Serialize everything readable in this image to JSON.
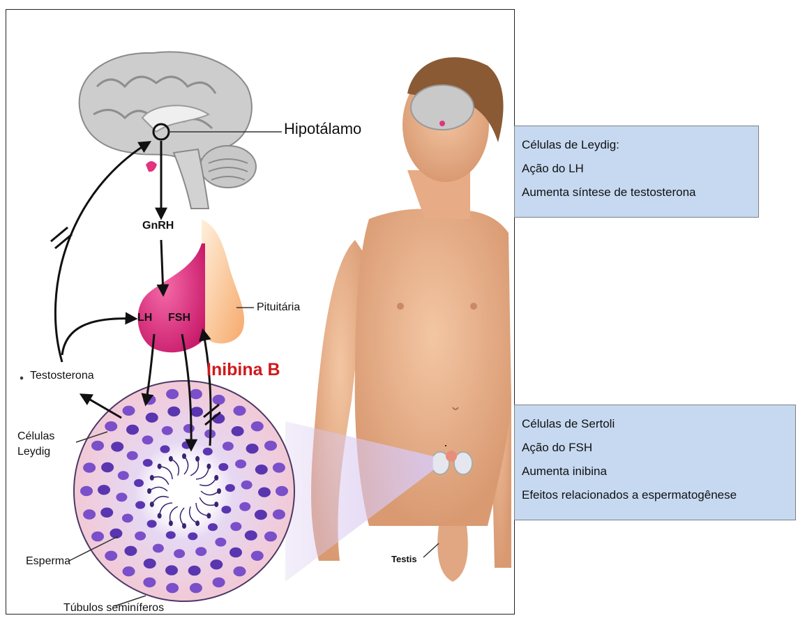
{
  "labels": {
    "hypothalamus": "Hipotálamo",
    "gnrh": "GnRH",
    "pituitary": "Pituitária",
    "lh": "LH",
    "fsh": "FSH",
    "inhibin": "Inibina B",
    "testosterone": "Testosterona",
    "leydig_cells_line1": "Células",
    "leydig_cells_line2": "Leydig",
    "sperm": "Esperma",
    "seminiferous_tubules": "Túbulos seminíferos",
    "testis": "Testis"
  },
  "leydig_box": {
    "title": "Células de Leydig:",
    "line1": "Ação do LH",
    "line2": "Aumenta síntese de testosterona"
  },
  "sertoli_box": {
    "title": "Células de Sertoli",
    "line1": "Ação do FSH",
    "line2": "Aumenta inibina",
    "line3": "Efeitos relacionados a espermatogênese"
  },
  "colors": {
    "inhibin_text": "#d0191b",
    "info_box_bg": "#c6d9f1",
    "skin": "#e9b48f",
    "brain": "#c9c9c9",
    "pituitary_pink": "#e2337f",
    "tubule_purple": "#7a4fc9"
  }
}
